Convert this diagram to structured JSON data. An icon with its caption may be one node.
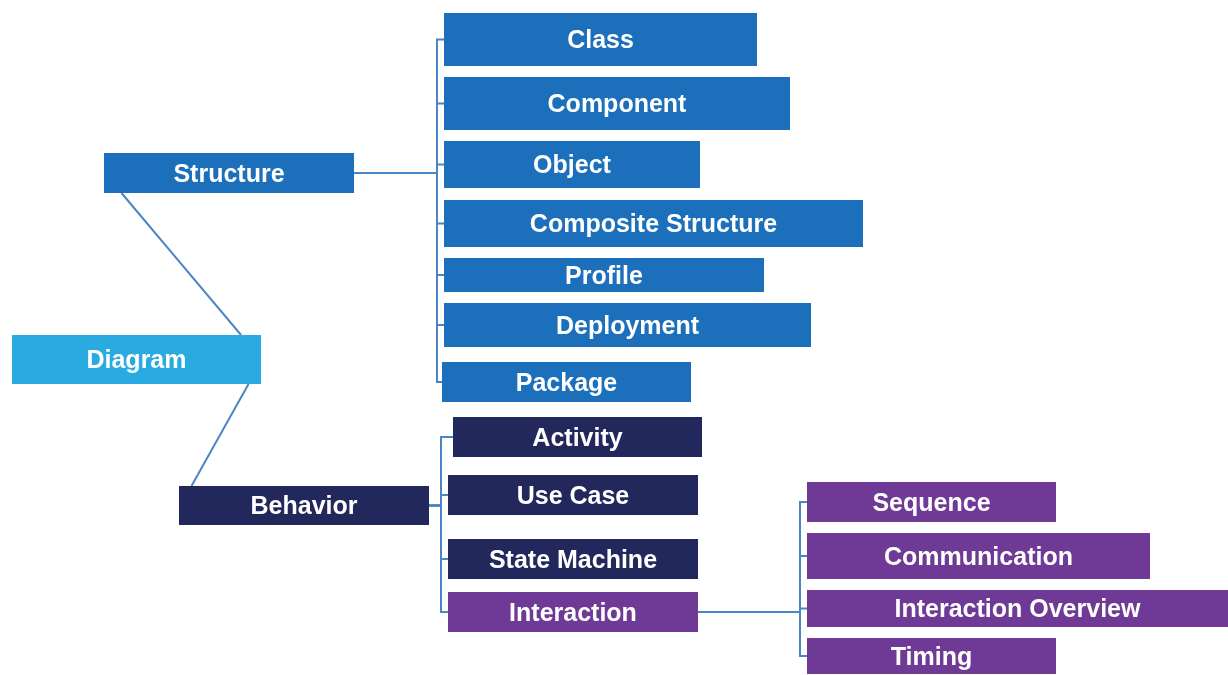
{
  "diagram": {
    "nodes": [
      {
        "text": [
          "Diagram"
        ]
      },
      {
        "text": [
          "Structure"
        ]
      },
      {
        "text": [
          "Class"
        ]
      },
      {
        "text": [
          "Component"
        ]
      },
      {
        "text": [
          "Object"
        ]
      },
      {
        "text": [
          "Composite Structure"
        ]
      },
      {
        "text": [
          "Profile"
        ]
      },
      {
        "text": [
          "Deployment"
        ]
      },
      {
        "text": [
          "Package"
        ]
      },
      {
        "text": [
          "Behavior"
        ]
      },
      {
        "text": [
          "Activity"
        ]
      },
      {
        "text": [
          "Use Case"
        ]
      },
      {
        "text": [
          "State Machine"
        ]
      },
      {
        "text": [
          "Interaction"
        ]
      },
      {
        "text": [
          "Sequence"
        ]
      },
      {
        "text": [
          "Communication"
        ]
      },
      {
        "text": [
          "Interaction Overview"
        ]
      },
      {
        "text": [
          "Timing"
        ]
      }
    ],
    "edges": [
      {
        "from": 0,
        "to": 1,
        "arrow": "none"
      },
      {
        "from": 0,
        "to": 9,
        "arrow": "none"
      },
      {
        "from": 1,
        "to": 2,
        "arrow": "none"
      },
      {
        "from": 1,
        "to": 3,
        "arrow": "none"
      },
      {
        "from": 1,
        "to": 4,
        "arrow": "none"
      },
      {
        "from": 1,
        "to": 5,
        "arrow": "none"
      },
      {
        "from": 1,
        "to": 6,
        "arrow": "none"
      },
      {
        "from": 1,
        "to": 7,
        "arrow": "none"
      },
      {
        "from": 1,
        "to": 8,
        "arrow": "none"
      },
      {
        "from": 9,
        "to": 10,
        "arrow": "none"
      },
      {
        "from": 9,
        "to": 11,
        "arrow": "none"
      },
      {
        "from": 9,
        "to": 12,
        "arrow": "none"
      },
      {
        "from": 9,
        "to": 13,
        "arrow": "none"
      },
      {
        "from": 13,
        "to": 14,
        "arrow": "none"
      },
      {
        "from": 13,
        "to": 15,
        "arrow": "none"
      },
      {
        "from": 13,
        "to": 16,
        "arrow": "none"
      },
      {
        "from": 13,
        "to": 17,
        "arrow": "none"
      }
    ]
  }
}
